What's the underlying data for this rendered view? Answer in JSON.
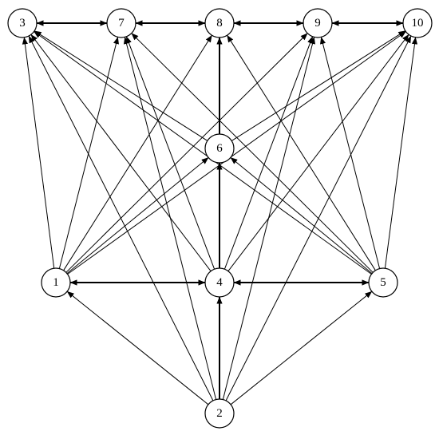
{
  "diagram": {
    "nodes": [
      {
        "id": "3",
        "label": "3"
      },
      {
        "id": "7",
        "label": "7"
      },
      {
        "id": "8",
        "label": "8"
      },
      {
        "id": "9",
        "label": "9"
      },
      {
        "id": "10",
        "label": "10"
      },
      {
        "id": "6",
        "label": "6"
      },
      {
        "id": "1",
        "label": "1"
      },
      {
        "id": "4",
        "label": "4"
      },
      {
        "id": "5",
        "label": "5"
      },
      {
        "id": "2",
        "label": "2"
      }
    ],
    "edges": [
      {
        "from": "3",
        "to": "7",
        "bidirectional": true,
        "bold": true
      },
      {
        "from": "7",
        "to": "8",
        "bidirectional": true,
        "bold": true
      },
      {
        "from": "8",
        "to": "9",
        "bidirectional": true,
        "bold": true
      },
      {
        "from": "9",
        "to": "10",
        "bidirectional": true,
        "bold": true
      },
      {
        "from": "1",
        "to": "4",
        "bidirectional": true,
        "bold": true
      },
      {
        "from": "4",
        "to": "5",
        "bidirectional": true,
        "bold": true
      },
      {
        "from": "4",
        "to": "6",
        "bidirectional": false,
        "bold": true
      },
      {
        "from": "6",
        "to": "8",
        "bidirectional": false,
        "bold": true
      },
      {
        "from": "2",
        "to": "4",
        "bidirectional": false,
        "bold": true
      },
      {
        "from": "2",
        "to": "1",
        "bidirectional": false,
        "bold": false
      },
      {
        "from": "2",
        "to": "5",
        "bidirectional": false,
        "bold": false
      },
      {
        "from": "2",
        "to": "3",
        "bidirectional": false,
        "bold": false
      },
      {
        "from": "2",
        "to": "7",
        "bidirectional": false,
        "bold": false
      },
      {
        "from": "2",
        "to": "9",
        "bidirectional": false,
        "bold": false
      },
      {
        "from": "2",
        "to": "10",
        "bidirectional": false,
        "bold": false
      },
      {
        "from": "1",
        "to": "3",
        "bidirectional": false,
        "bold": false
      },
      {
        "from": "1",
        "to": "7",
        "bidirectional": false,
        "bold": false
      },
      {
        "from": "1",
        "to": "8",
        "bidirectional": false,
        "bold": false
      },
      {
        "from": "1",
        "to": "9",
        "bidirectional": false,
        "bold": false
      },
      {
        "from": "1",
        "to": "10",
        "bidirectional": false,
        "bold": false
      },
      {
        "from": "1",
        "to": "6",
        "bidirectional": false,
        "bold": false
      },
      {
        "from": "4",
        "to": "3",
        "bidirectional": false,
        "bold": false
      },
      {
        "from": "4",
        "to": "7",
        "bidirectional": false,
        "bold": false
      },
      {
        "from": "4",
        "to": "9",
        "bidirectional": false,
        "bold": false
      },
      {
        "from": "4",
        "to": "10",
        "bidirectional": false,
        "bold": false
      },
      {
        "from": "5",
        "to": "3",
        "bidirectional": false,
        "bold": false
      },
      {
        "from": "5",
        "to": "7",
        "bidirectional": false,
        "bold": false
      },
      {
        "from": "5",
        "to": "8",
        "bidirectional": false,
        "bold": false
      },
      {
        "from": "5",
        "to": "9",
        "bidirectional": false,
        "bold": false
      },
      {
        "from": "5",
        "to": "10",
        "bidirectional": false,
        "bold": false
      },
      {
        "from": "5",
        "to": "6",
        "bidirectional": false,
        "bold": false
      },
      {
        "from": "6",
        "to": "3",
        "bidirectional": false,
        "bold": false
      },
      {
        "from": "6",
        "to": "10",
        "bidirectional": false,
        "bold": false
      }
    ]
  }
}
